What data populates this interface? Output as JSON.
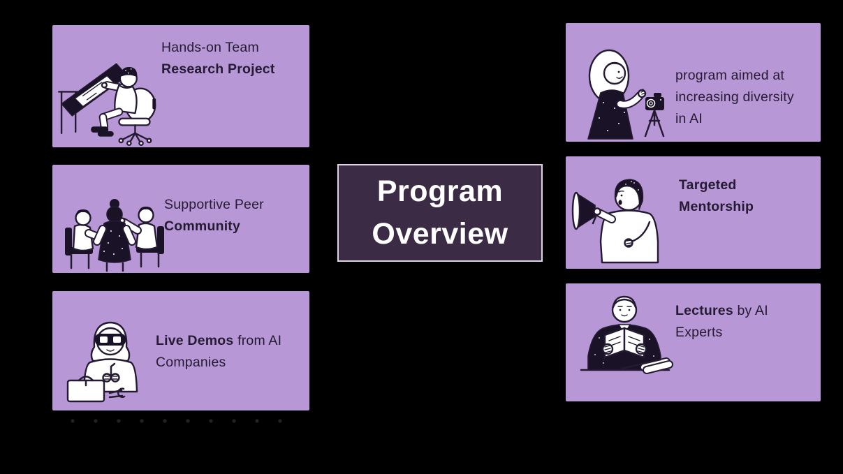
{
  "theme": {
    "background": "#000000",
    "card_bg": "#b897d6",
    "card_text": "#241b33",
    "title_bg": "#3b2b44",
    "title_border": "#ded4e2",
    "title_text": "#ffffff",
    "line_dark": "#241b33",
    "fill_black": "#1a1226",
    "fill_white": "#ffffff"
  },
  "title_box": {
    "lines": [
      "Program",
      "Overview"
    ]
  },
  "cards": [
    {
      "name": "hands-on-research-project",
      "illustration": "person-at-drafting-table-illustration",
      "lines": [
        [
          {
            "t": "Hands-on Team",
            "b": false
          }
        ],
        [
          {
            "t": "Research Project",
            "b": true
          }
        ]
      ]
    },
    {
      "name": "supportive-peer-community",
      "illustration": "group-discussion-illustration",
      "lines": [
        [
          {
            "t": "Supportive Peer",
            "b": false
          }
        ],
        [
          {
            "t": "Community",
            "b": true
          }
        ]
      ]
    },
    {
      "name": "live-demos-from-ai-companies",
      "illustration": "person-with-goggles-toolbox-illustration",
      "lines": [
        [
          {
            "t": "Live Demos",
            "b": true
          },
          {
            "t": " from AI",
            "b": false
          }
        ],
        [
          {
            "t": "Companies",
            "b": false
          }
        ]
      ]
    },
    {
      "name": "diversity-program",
      "illustration": "woman-presenting-to-camera-illustration",
      "lines": [
        [
          {
            "t": "program aimed at",
            "b": false
          }
        ],
        [
          {
            "t": "increasing diversity",
            "b": false
          }
        ],
        [
          {
            "t": "in AI",
            "b": false
          }
        ]
      ]
    },
    {
      "name": "targeted-mentorship",
      "illustration": "man-with-megaphone-illustration",
      "lines": [
        [
          {
            "t": "Targeted",
            "b": true
          }
        ],
        [
          {
            "t": "Mentorship",
            "b": true
          }
        ]
      ]
    },
    {
      "name": "lectures-by-ai-experts",
      "illustration": "man-reading-book-illustration",
      "lines": [
        [
          {
            "t": "Lectures",
            "b": true
          },
          {
            "t": " by AI",
            "b": false
          }
        ],
        [
          {
            "t": "Experts",
            "b": false
          }
        ]
      ]
    }
  ]
}
